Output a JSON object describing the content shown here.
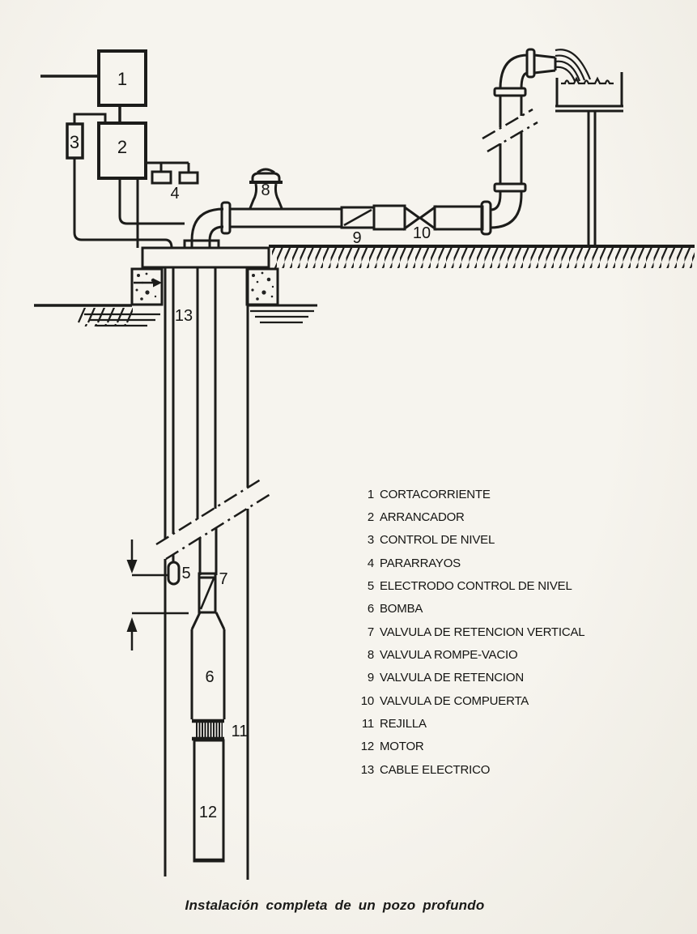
{
  "page": {
    "paper_color": "#f3f0e9",
    "ink_color": "#1c1c1a"
  },
  "caption": "Instalación completa de un pozo profundo",
  "legend": [
    {
      "num": "1",
      "label": "CORTACORRIENTE"
    },
    {
      "num": "2",
      "label": "ARRANCADOR"
    },
    {
      "num": "3",
      "label": "CONTROL DE NIVEL"
    },
    {
      "num": "4",
      "label": "PARARRAYOS"
    },
    {
      "num": "5",
      "label": "ELECTRODO CONTROL DE NIVEL"
    },
    {
      "num": "6",
      "label": "BOMBA"
    },
    {
      "num": "7",
      "label": "VALVULA DE RETENCION VERTICAL"
    },
    {
      "num": "8",
      "label": "VALVULA ROMPE-VACIO"
    },
    {
      "num": "9",
      "label": "VALVULA DE RETENCION"
    },
    {
      "num": "10",
      "label": "VALVULA DE COMPUERTA"
    },
    {
      "num": "11",
      "label": "REJILLA"
    },
    {
      "num": "12",
      "label": "MOTOR"
    },
    {
      "num": "13",
      "label": "CABLE ELECTRICO"
    }
  ],
  "diagram_labels": {
    "cortacorriente": "1",
    "arrancador": "2",
    "control_nivel": "3",
    "pararrayos": "4",
    "electrodo": "5",
    "bomba": "6",
    "valv_retencion_vertical": "7",
    "valv_rompe_vacio": "8",
    "valv_retencion": "9",
    "valv_compuerta": "10",
    "rejilla": "11",
    "motor": "12",
    "cable": "13"
  }
}
